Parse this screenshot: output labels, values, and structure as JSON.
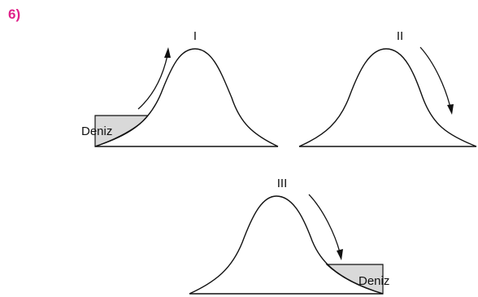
{
  "question": {
    "number": "6)"
  },
  "colors": {
    "question_number": "#e0218a",
    "sea_fill": "#d9d9d9",
    "line": "#111111"
  },
  "panels": [
    {
      "label": "I",
      "sea_label": "Deniz",
      "arrow": "up-slope-from-sea"
    },
    {
      "label": "II",
      "sea_label": "",
      "arrow": "down-slope"
    },
    {
      "label": "III",
      "sea_label": "Deniz",
      "arrow": "down-slope-to-sea"
    }
  ]
}
